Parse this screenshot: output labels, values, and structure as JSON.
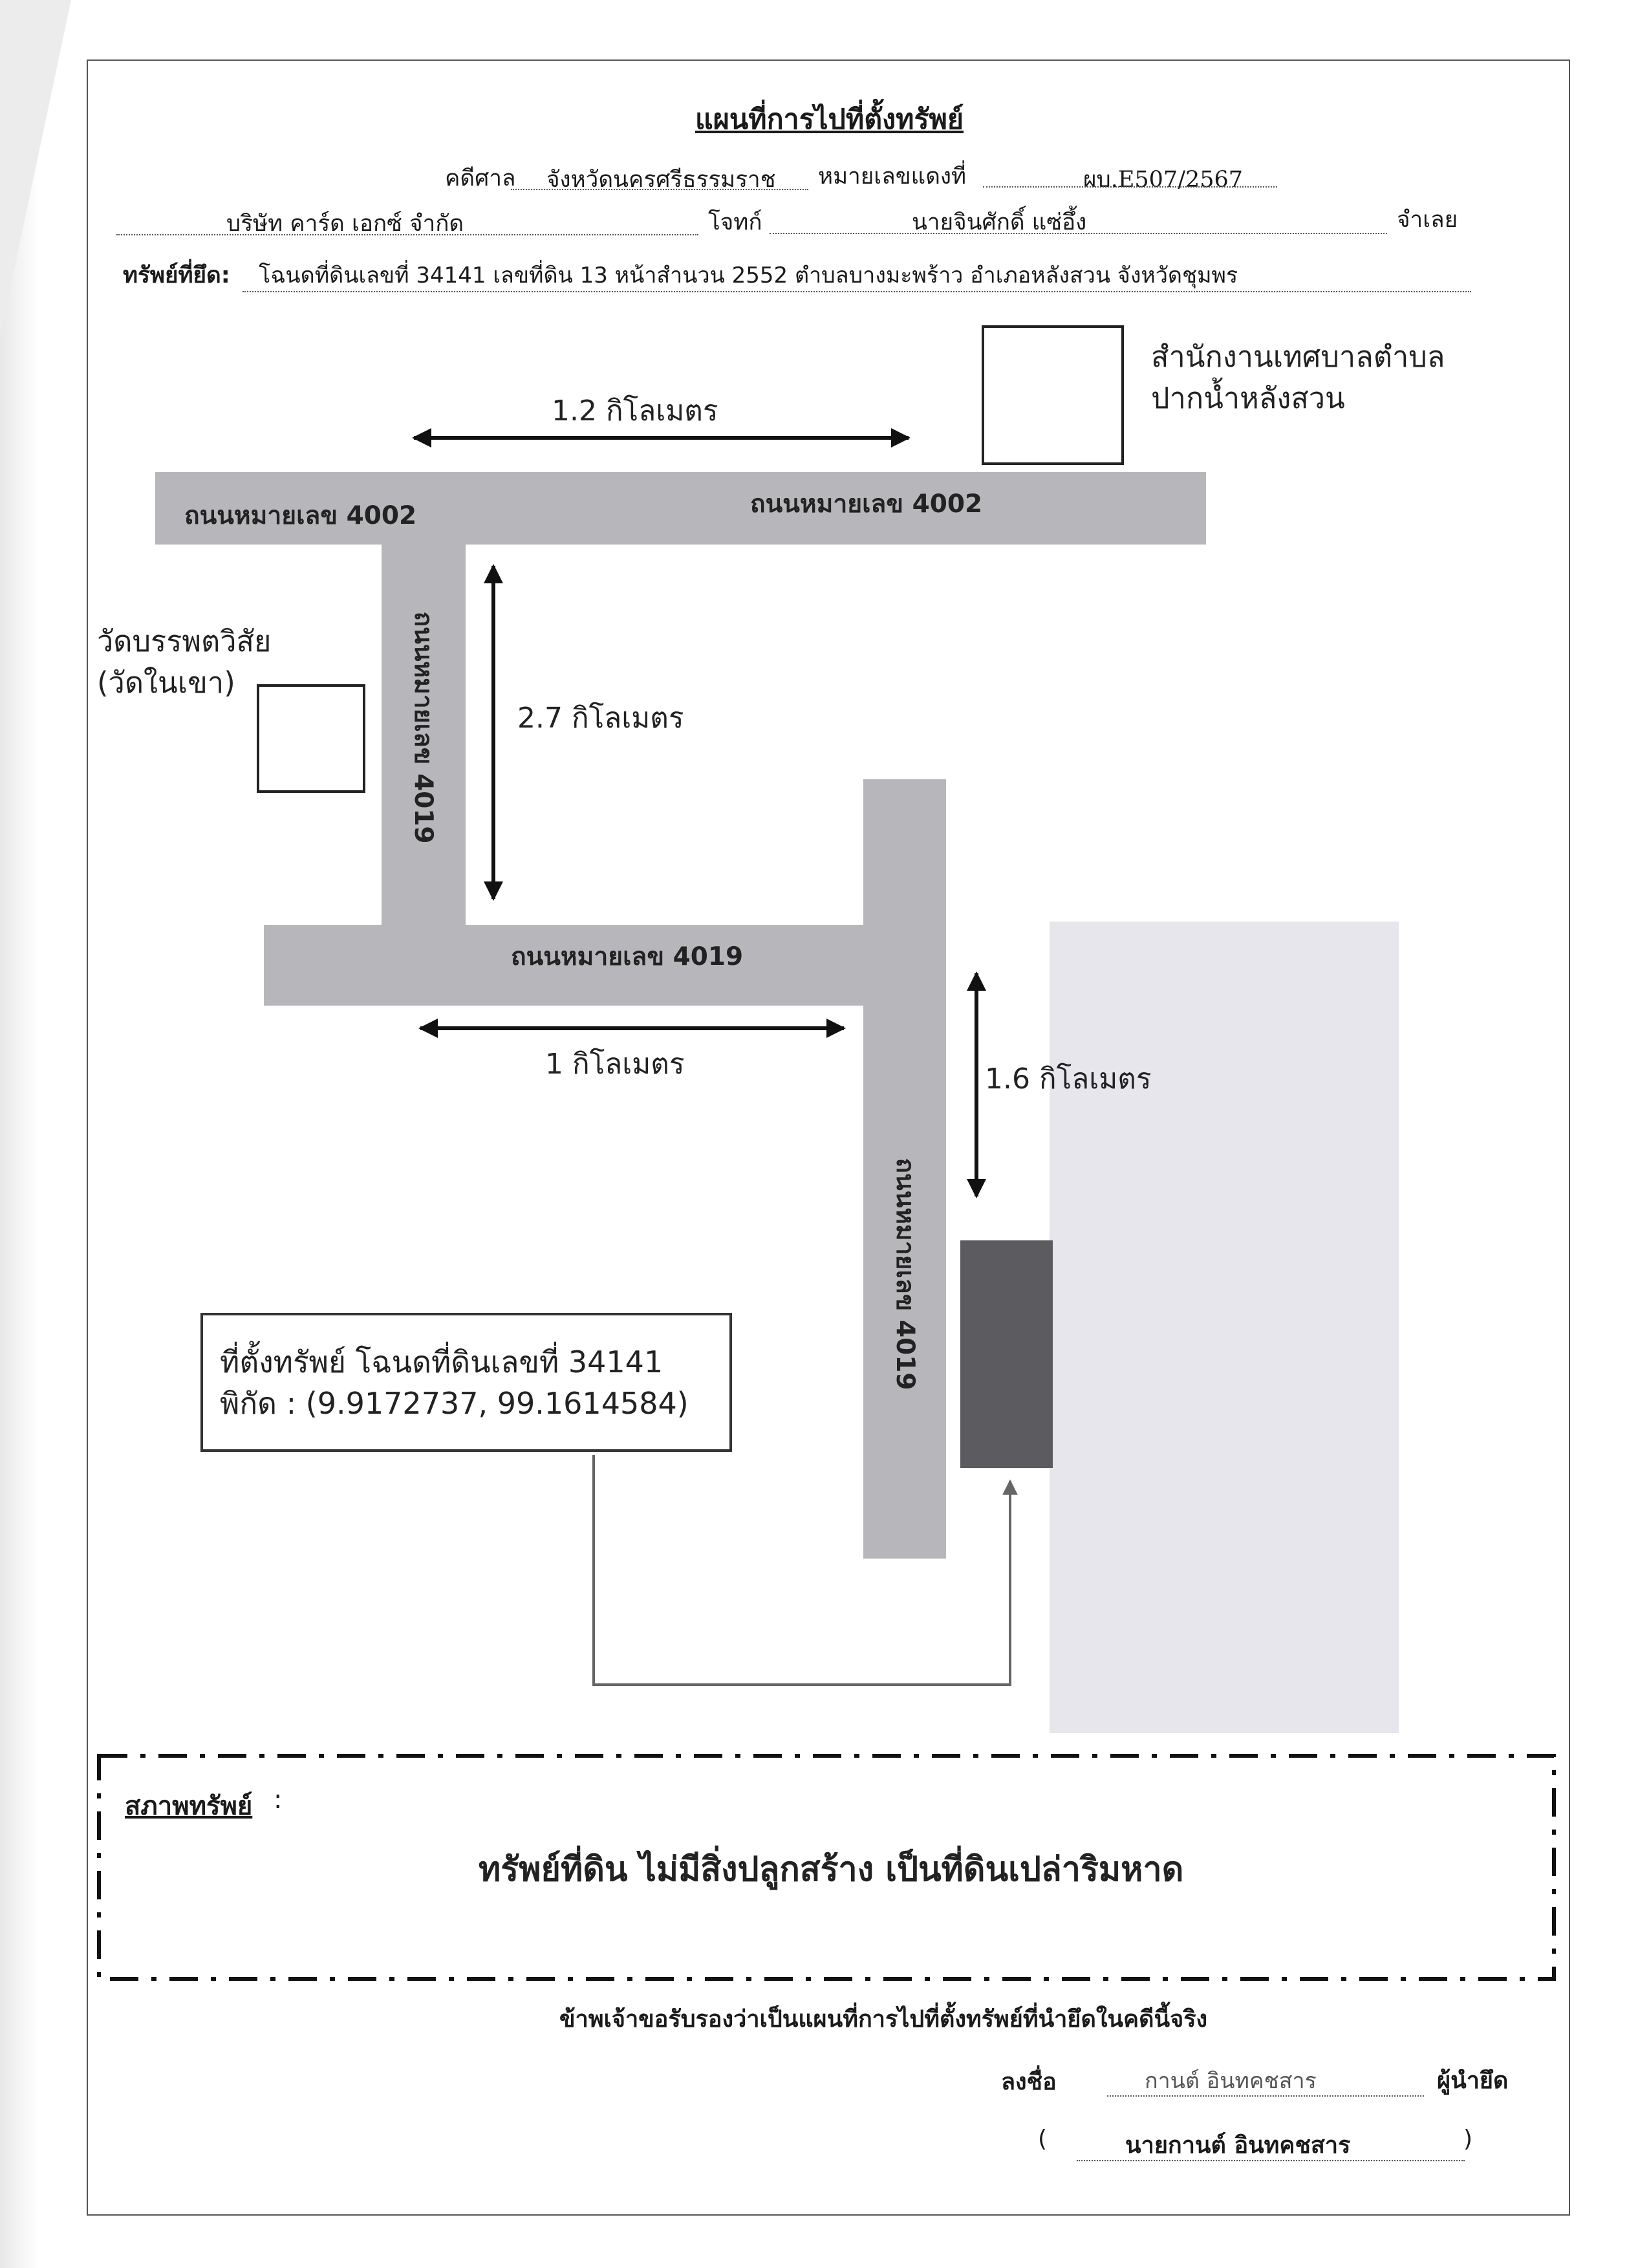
{
  "document": {
    "title": "แผนที่การไปที่ตั้งทรัพย์",
    "case_court_label": "คดีศาล",
    "case_court_value": "จังหวัดนครศรีธรรมราช",
    "red_case_label": "หมายเลขแดงที่",
    "red_case_value": "ผบ.E507/2567",
    "plaintiff_value": "บริษัท คาร์ด เอกซ์ จำกัด",
    "plaintiff_label": "โจทก์",
    "defendant_value": "นายจินศักดิ์ แซ่อึ้ง",
    "defendant_label": "จำเลย",
    "seized_label": "ทรัพย์ที่ยึด:",
    "seized_value": "โฉนดที่ดินเลขที่ 34141 เลขที่ดิน 13 หน้าสำนวน 2552 ตำบลบางมะพร้าว อำเภอหลังสวน จังหวัดชุมพร"
  },
  "map": {
    "road_4002_left": "ถนนหมายเลข 4002",
    "road_4002_right": "ถนนหมายเลข 4002",
    "road_4019_vertical_1": "ถนนหมายเลข 4019",
    "road_4019_horizontal": "ถนนหมายเลข 4019",
    "road_4019_vertical_2": "ถนนหมายเลข 4019",
    "dist_top": "1.2 กิโลเมตร",
    "dist_vertical_1": "2.7 กิโลเมตร",
    "dist_horizontal": "1 กิโลเมตร",
    "dist_vertical_2": "1.6 กิโลเมตร",
    "landmark_office_line1": "สำนักงานเทศบาลตำบล",
    "landmark_office_line2": "ปากน้ำหลังสวน",
    "landmark_temple_line1": "วัดบรรพตวิสัย",
    "landmark_temple_line2": "(วัดในเขา)",
    "property_line1": "ที่ตั้งทรัพย์ โฉนดที่ดินเลขที่ 34141",
    "property_line2": "พิกัด : (9.9172737, 99.1614584)",
    "colors": {
      "road": "#b7b7bb",
      "neighbor_lot": "#e6e6ec",
      "parcel": "#5b5b60"
    }
  },
  "condition": {
    "label": "สภาพทรัพย์",
    "label_suffix": ":",
    "text": "ทรัพย์ที่ดิน ไม่มีสิ่งปลูกสร้าง เป็นที่ดินเปล่าริมหาด"
  },
  "certification": {
    "statement": "ข้าพเจ้าขอรับรองว่าเป็นแผนที่การไปที่ตั้งทรัพย์ที่นำยึดในคดีนี้จริง",
    "sign_label": "ลงชื่อ",
    "signature": "กานต์ อินทคชสาร",
    "role": "ผู้นำยึด",
    "open_paren": "(",
    "printed_name": "นายกานต์ อินทคชสาร",
    "close_paren": ")"
  }
}
